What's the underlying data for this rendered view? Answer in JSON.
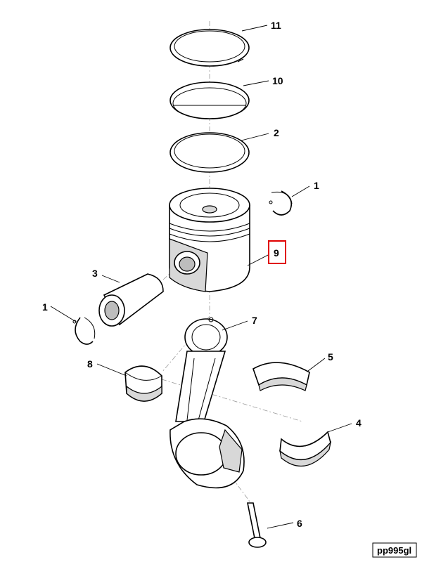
{
  "callouts": {
    "c11": "11",
    "c10": "10",
    "c2": "2",
    "c1_top": "1",
    "c9": "9",
    "c3": "3",
    "c1_left": "1",
    "c7": "7",
    "c8": "8",
    "c5": "5",
    "c4": "4",
    "c6": "6"
  },
  "highlighted_callout": "9",
  "highlight_color": "#e00000",
  "figure_code": "pp995gl"
}
